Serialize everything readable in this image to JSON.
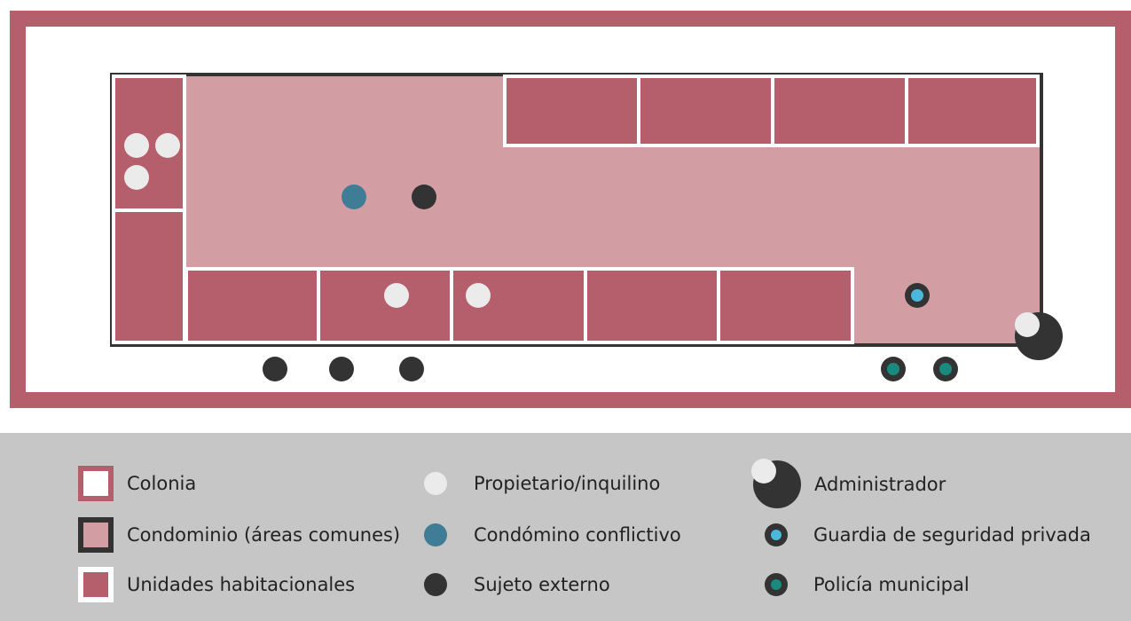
{
  "legend": {
    "colonia": "Colonia",
    "condominio": "Condominio (áreas comunes)",
    "unidades": "Unidades habitacionales",
    "propietario": "Propietario/inquilino",
    "conflictivo": "Condómino conflictivo",
    "externo": "Sujeto externo",
    "administrador": "Administrador",
    "guardia": "Guardia de seguridad privada",
    "policia": "Policía municipal"
  },
  "colors": {
    "colonia": "#b45f6b",
    "condominio_fill": "#d29ea3",
    "condominio_border": "#333333",
    "unidad": "#b45f6b",
    "propietario": "#ebebeb",
    "conflictivo": "#3f7c96",
    "externo": "#333333",
    "guardia": "#4cb7dc",
    "policia": "#1a8a7f"
  }
}
